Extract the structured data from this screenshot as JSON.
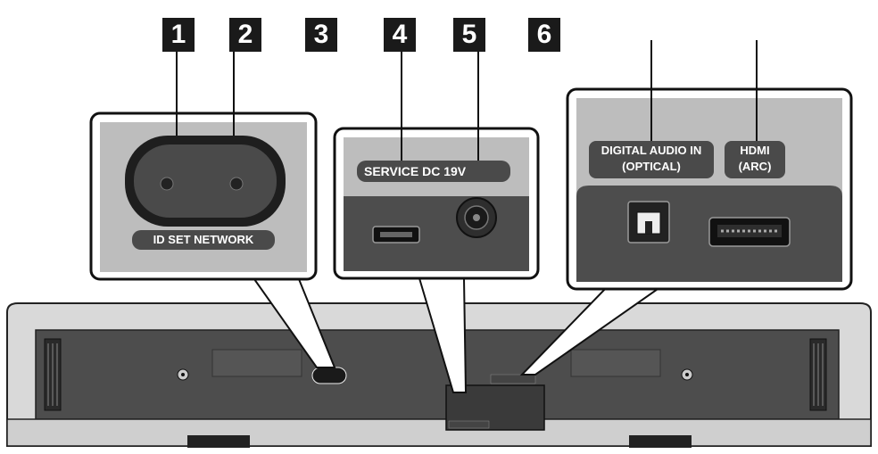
{
  "callouts": [
    {
      "number": "1"
    },
    {
      "number": "2"
    },
    {
      "number": "3"
    },
    {
      "number": "4"
    },
    {
      "number": "5"
    },
    {
      "number": "6"
    }
  ],
  "panels": {
    "left": {
      "label": "ID SET NETWORK"
    },
    "middle": {
      "label": "SERVICE DC 19V"
    },
    "right": {
      "optical_label_line1": "DIGITAL AUDIO IN",
      "optical_label_line2": "(OPTICAL)",
      "hdmi_label_line1": "HDMI",
      "hdmi_label_line2": "(ARC)"
    }
  },
  "colors": {
    "panel_gray": "#bdbdbd",
    "device_dark": "#3a3a3a",
    "outline": "#111111",
    "label_bg": "#4a4a4a"
  },
  "icons": [
    "id-set-network-button",
    "usb-service-port",
    "dc-power-jack",
    "optical-port",
    "hdmi-port",
    "screw-hole",
    "speaker-grille"
  ]
}
